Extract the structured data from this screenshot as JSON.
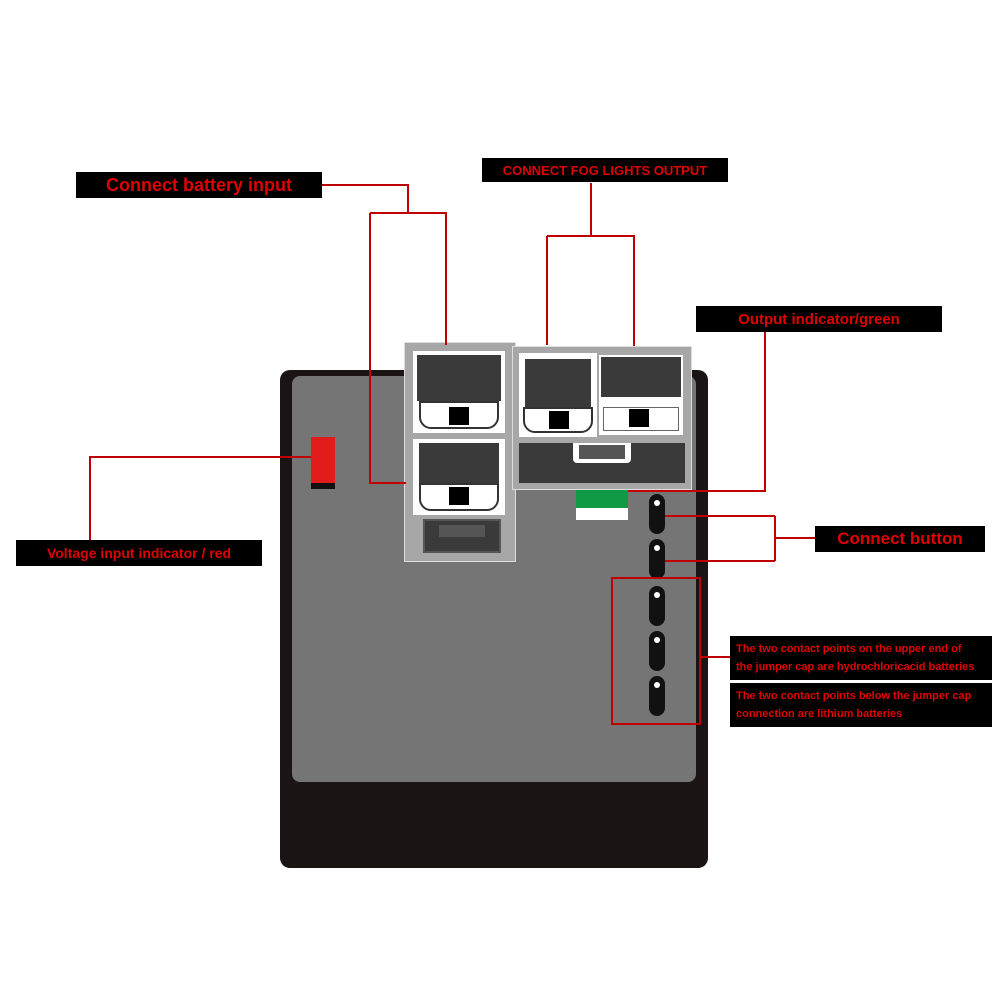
{
  "labels": {
    "battery_input": "Connect battery input",
    "fog_lights_output": "CONNECT FOG LIGHTS OUTPUT",
    "output_indicator": "Output indicator/green",
    "connect_button": "Connect button",
    "voltage_indicator": "Voltage input indicator / red",
    "jumper_upper_line1": "The two contact points on the upper end of",
    "jumper_upper_line2": "the jumper cap are hydrochloricacid batteries",
    "jumper_lower_line1": "The two contact points below the jumper cap",
    "jumper_lower_line2": "connection are lithium batteries"
  },
  "colors": {
    "label_bg": "#000000",
    "label_text": "#e10000",
    "leader_line": "#c00000",
    "device_body": "#1b1415",
    "device_panel": "#757575",
    "connector_block": "#a7a7a7",
    "red_indicator": "#e21b1b",
    "green_indicator": "#119a45"
  }
}
